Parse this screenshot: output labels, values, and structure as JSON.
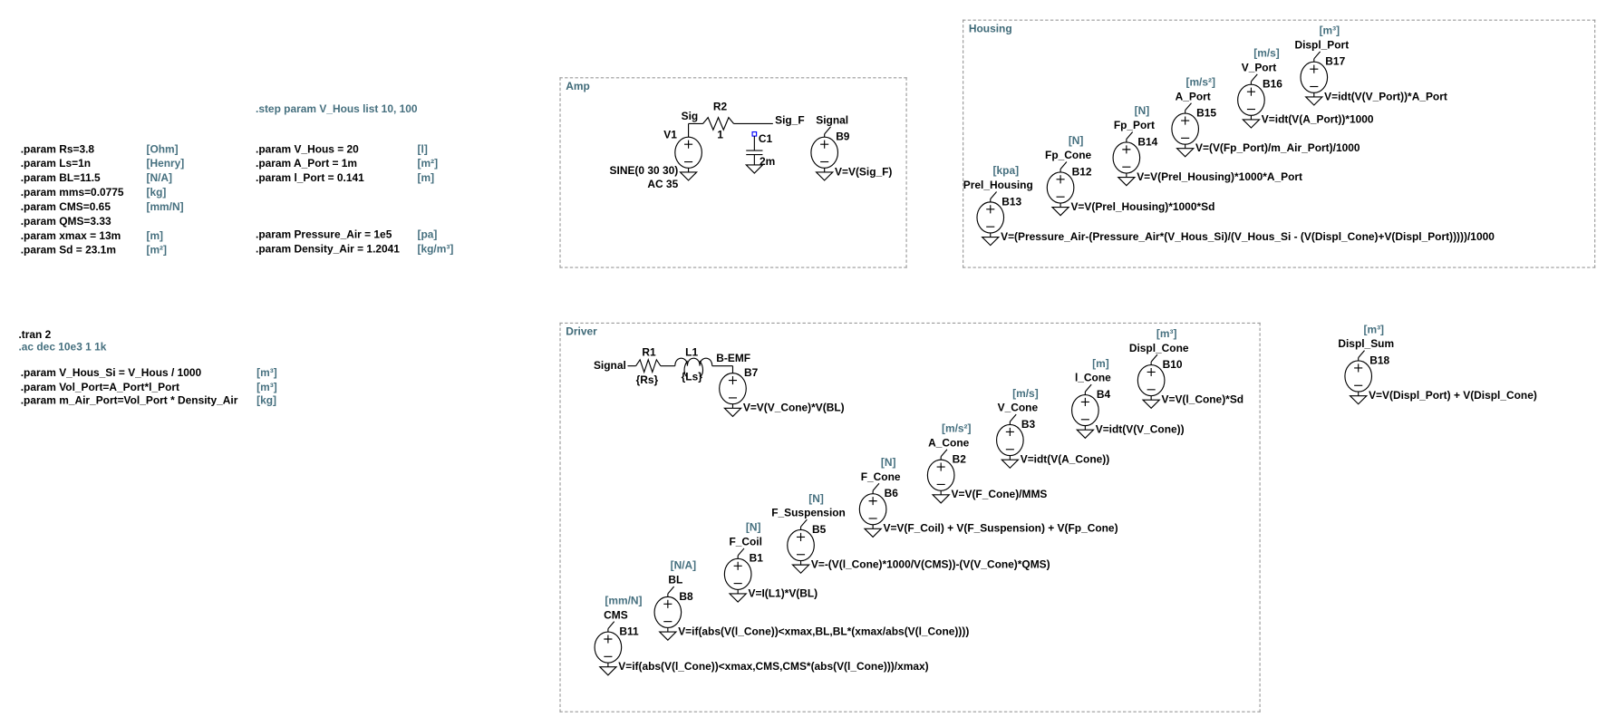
{
  "directives": {
    "step": ".step param V_Hous list 10, 100",
    "tran": ".tran 2",
    "ac": ".ac dec 10e3 1 1k"
  },
  "params_driver": [
    {
      "text": ".param Rs=3.8",
      "unit": "[Ohm]"
    },
    {
      "text": ".param Ls=1n",
      "unit": "[Henry]"
    },
    {
      "text": ".param BL=11.5",
      "unit": "[N/A]"
    },
    {
      "text": ".param mms=0.0775",
      "unit": "[kg]"
    },
    {
      "text": ".param CMS=0.65",
      "unit": "[mm/N]"
    },
    {
      "text": ".param QMS=3.33",
      "unit": ""
    },
    {
      "text": ".param xmax = 13m",
      "unit": "[m]"
    },
    {
      "text": ".param Sd = 23.1m",
      "unit": "[m²]"
    }
  ],
  "params_housing": [
    {
      "text": ".param V_Hous = 20",
      "unit": "[l]"
    },
    {
      "text": ".param A_Port = 1m",
      "unit": "[m²]"
    },
    {
      "text": ".param l_Port = 0.141",
      "unit": "[m]"
    }
  ],
  "params_air": [
    {
      "text": ".param Pressure_Air = 1e5",
      "unit": "[pa]"
    },
    {
      "text": ".param Density_Air = 1.2041",
      "unit": "[kg/m³]"
    }
  ],
  "params_derived": [
    {
      "text": ".param V_Hous_Si = V_Hous / 1000",
      "unit": "[m³]"
    },
    {
      "text": ".param Vol_Port=A_Port*l_Port",
      "unit": "[m³]"
    },
    {
      "text": ".param m_Air_Port=Vol_Port * Density_Air",
      "unit": "[kg]"
    }
  ],
  "boxes": {
    "amp": "Amp",
    "housing": "Housing",
    "driver": "Driver"
  },
  "amp": {
    "v1_name": "V1",
    "v1_value1": "SINE(0 30 30)",
    "v1_value2": "AC 35",
    "net_sig": "Sig",
    "r2_name": "R2",
    "r2_value": "1",
    "net_sig_f": "Sig_F",
    "c1_name": "C1",
    "c1_value": "2m"
  },
  "driver": {
    "net_signal": "Signal",
    "r1_name": "R1",
    "r1_value": "{Rs}",
    "l1_name": "L1",
    "l1_value": "{Ls}",
    "net_bemf": "B-EMF"
  },
  "sources": [
    {
      "id": "B9",
      "net": "Signal",
      "unit": "",
      "eq": "V=V(Sig_F)"
    },
    {
      "id": "B13",
      "net": "Prel_Housing",
      "unit": "[kpa]",
      "eq": "V=(Pressure_Air-(Pressure_Air*(V_Hous_Si)/(V_Hous_Si - (V(Displ_Cone)+V(Displ_Port)))))/1000"
    },
    {
      "id": "B12",
      "net": "Fp_Cone",
      "unit": "[N]",
      "eq": "V=V(Prel_Housing)*1000*Sd"
    },
    {
      "id": "B14",
      "net": "Fp_Port",
      "unit": "[N]",
      "eq": "V=V(Prel_Housing)*1000*A_Port"
    },
    {
      "id": "B15",
      "net": "A_Port",
      "unit": "[m/s²]",
      "eq": "V=(V(Fp_Port)/m_Air_Port)/1000"
    },
    {
      "id": "B16",
      "net": "V_Port",
      "unit": "[m/s]",
      "eq": "V=idt(V(A_Port))*1000"
    },
    {
      "id": "B17",
      "net": "Displ_Port",
      "unit": "[m³]",
      "eq": "V=idt(V(V_Port))*A_Port"
    },
    {
      "id": "B18",
      "net": "Displ_Sum",
      "unit": "[m³]",
      "eq": "V=V(Displ_Port) + V(Displ_Cone)"
    },
    {
      "id": "B7",
      "net": "",
      "unit": "",
      "eq": "V=V(V_Cone)*V(BL)"
    },
    {
      "id": "B10",
      "net": "Displ_Cone",
      "unit": "[m³]",
      "eq": "V=V(l_Cone)*Sd"
    },
    {
      "id": "B4",
      "net": "l_Cone",
      "unit": "[m]",
      "eq": "V=idt(V(V_Cone))"
    },
    {
      "id": "B3",
      "net": "V_Cone",
      "unit": "[m/s]",
      "eq": "V=idt(V(A_Cone))"
    },
    {
      "id": "B2",
      "net": "A_Cone",
      "unit": "[m/s²]",
      "eq": "V=V(F_Cone)/MMS"
    },
    {
      "id": "B6",
      "net": "F_Cone",
      "unit": "[N]",
      "eq": "V=V(F_Coil) + V(F_Suspension) + V(Fp_Cone)"
    },
    {
      "id": "B5",
      "net": "F_Suspension",
      "unit": "[N]",
      "eq": "V=-(V(l_Cone)*1000/V(CMS))-(V(V_Cone)*QMS)"
    },
    {
      "id": "B1",
      "net": "F_Coil",
      "unit": "[N]",
      "eq": "V=I(L1)*V(BL)"
    },
    {
      "id": "B8",
      "net": "BL",
      "unit": "[N/A]",
      "eq": "V=if(abs(V(l_Cone))<xmax,BL,BL*(xmax/abs(V(l_Cone))))"
    },
    {
      "id": "B11",
      "net": "CMS",
      "unit": "[mm/N]",
      "eq": "V=if(abs(V(l_Cone))<xmax,CMS,CMS*(abs(V(l_Cone)))/xmax)"
    }
  ],
  "colors": {
    "text": "#000000",
    "comment": "#46707f",
    "box": "#9a9a9a",
    "pin": "#0000ff"
  }
}
